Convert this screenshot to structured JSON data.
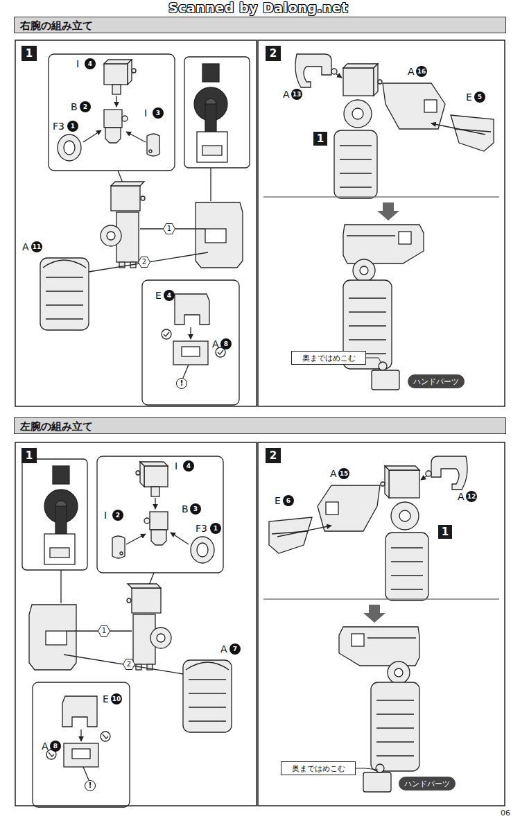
{
  "diagram": {
    "nodes": [
      {
        "text": [
          "右腕の組み立て"
        ]
      },
      {
        "text": [
          "1"
        ],
        "in": 0
      },
      {
        "text": [
          "2"
        ],
        "in": 0
      },
      {
        "text": [
          "1"
        ],
        "in": 0
      },
      {
        "text": [
          "奥まではめこむ"
        ],
        "in": 0
      },
      {
        "text": [
          "ハンドパーツ"
        ],
        "in": 0
      },
      {
        "text": [
          "左腕の組み立て"
        ]
      },
      {
        "text": [
          "1"
        ],
        "in": 6
      },
      {
        "text": [
          "2"
        ],
        "in": 6
      },
      {
        "text": [
          "1"
        ],
        "in": 6
      },
      {
        "text": [
          "奥まではめこむ"
        ],
        "in": 6
      },
      {
        "text": [
          "ハンドパーツ"
        ],
        "in": 6
      }
    ],
    "labels": [
      "Scanned by Dalong.net",
      "I",
      "4",
      "B",
      "2",
      "F3",
      "1",
      "I",
      "3",
      "1",
      "2",
      "A",
      "11",
      "E",
      "4",
      "A",
      "8",
      "!",
      "A",
      "13",
      "A",
      "16",
      "E",
      "5",
      "I",
      "4",
      "B",
      "3",
      "I",
      "2",
      "F3",
      "1",
      "1",
      "2",
      "A",
      "7",
      "E",
      "10",
      "A",
      "8",
      "!",
      "A",
      "12",
      "A",
      "15",
      "E",
      "6",
      "06"
    ]
  }
}
